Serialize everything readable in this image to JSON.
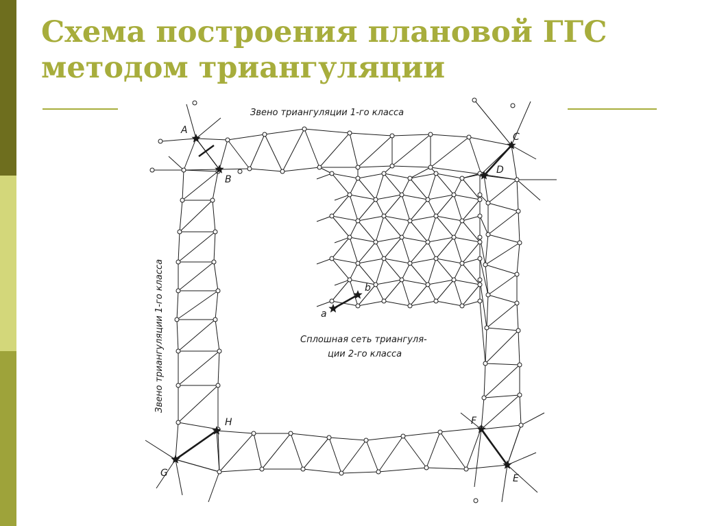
{
  "slide": {
    "title_line1": "Схема построения плановой ГГС",
    "title_line2": "методом триангуляции"
  },
  "diagram": {
    "caption_top": "Звено триангуляции 1-го класса",
    "caption_left": "Звено триангуляции 1-го класса",
    "caption_center_line1": "Сплошная сеть триангуля-",
    "caption_center_line2": "ции 2-го класса",
    "point_labels": {
      "A": "A",
      "B": "B",
      "C": "C",
      "D": "D",
      "E": "E",
      "F": "F",
      "G": "G",
      "H": "H",
      "a": "a",
      "b": "b"
    }
  },
  "colors": {
    "title": "#a7ad3c",
    "sidebar_top": "#6e6e1e",
    "sidebar_middle": "#d3d77a",
    "sidebar_bottom": "#9ea33a",
    "ink": "#1a1a1a"
  }
}
